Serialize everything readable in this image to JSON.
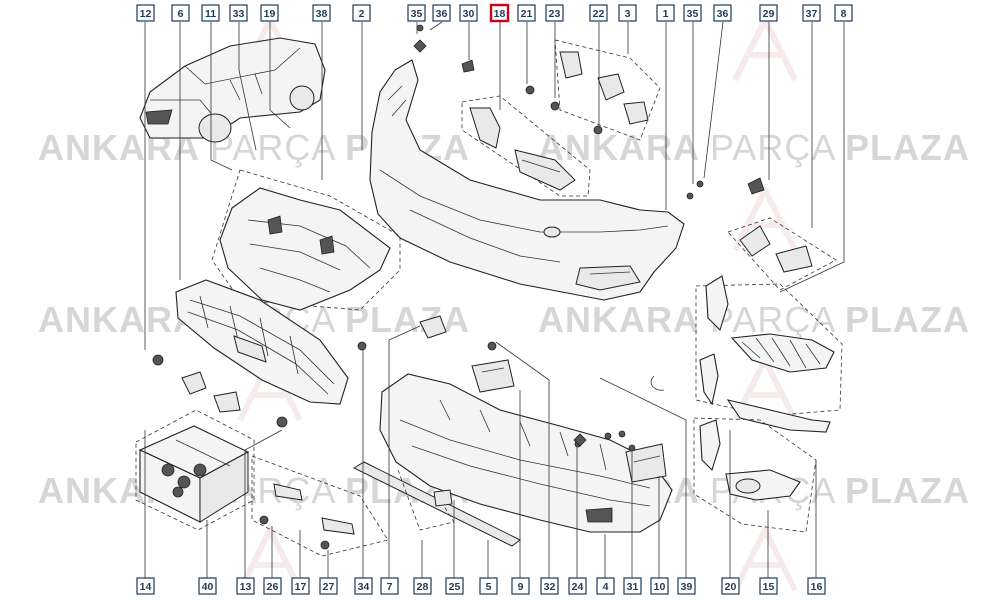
{
  "watermark": {
    "word1": "ANKARA",
    "word2": "PARÇA",
    "word3": "PLAZA"
  },
  "highlight_color": "#d0021b",
  "callouts_top": [
    {
      "label": "12"
    },
    {
      "label": "6"
    },
    {
      "label": "11"
    },
    {
      "label": "33"
    },
    {
      "label": "19"
    },
    {
      "label": "38"
    },
    {
      "label": "2"
    },
    {
      "label": "35"
    },
    {
      "label": "36"
    },
    {
      "label": "30"
    },
    {
      "label": "18",
      "highlight": true
    },
    {
      "label": "21"
    },
    {
      "label": "23"
    },
    {
      "label": "22"
    },
    {
      "label": "3"
    },
    {
      "label": "1"
    },
    {
      "label": "35"
    },
    {
      "label": "36"
    },
    {
      "label": "29"
    },
    {
      "label": "37"
    },
    {
      "label": "8"
    }
  ],
  "callouts_bottom": [
    {
      "label": "14"
    },
    {
      "label": "40"
    },
    {
      "label": "13"
    },
    {
      "label": "26"
    },
    {
      "label": "17"
    },
    {
      "label": "27"
    },
    {
      "label": "34"
    },
    {
      "label": "7"
    },
    {
      "label": "28"
    },
    {
      "label": "25"
    },
    {
      "label": "5"
    },
    {
      "label": "9"
    },
    {
      "label": "32"
    },
    {
      "label": "24"
    },
    {
      "label": "4"
    },
    {
      "label": "31"
    },
    {
      "label": "10"
    },
    {
      "label": "39"
    },
    {
      "label": "20"
    },
    {
      "label": "15"
    },
    {
      "label": "16"
    }
  ]
}
